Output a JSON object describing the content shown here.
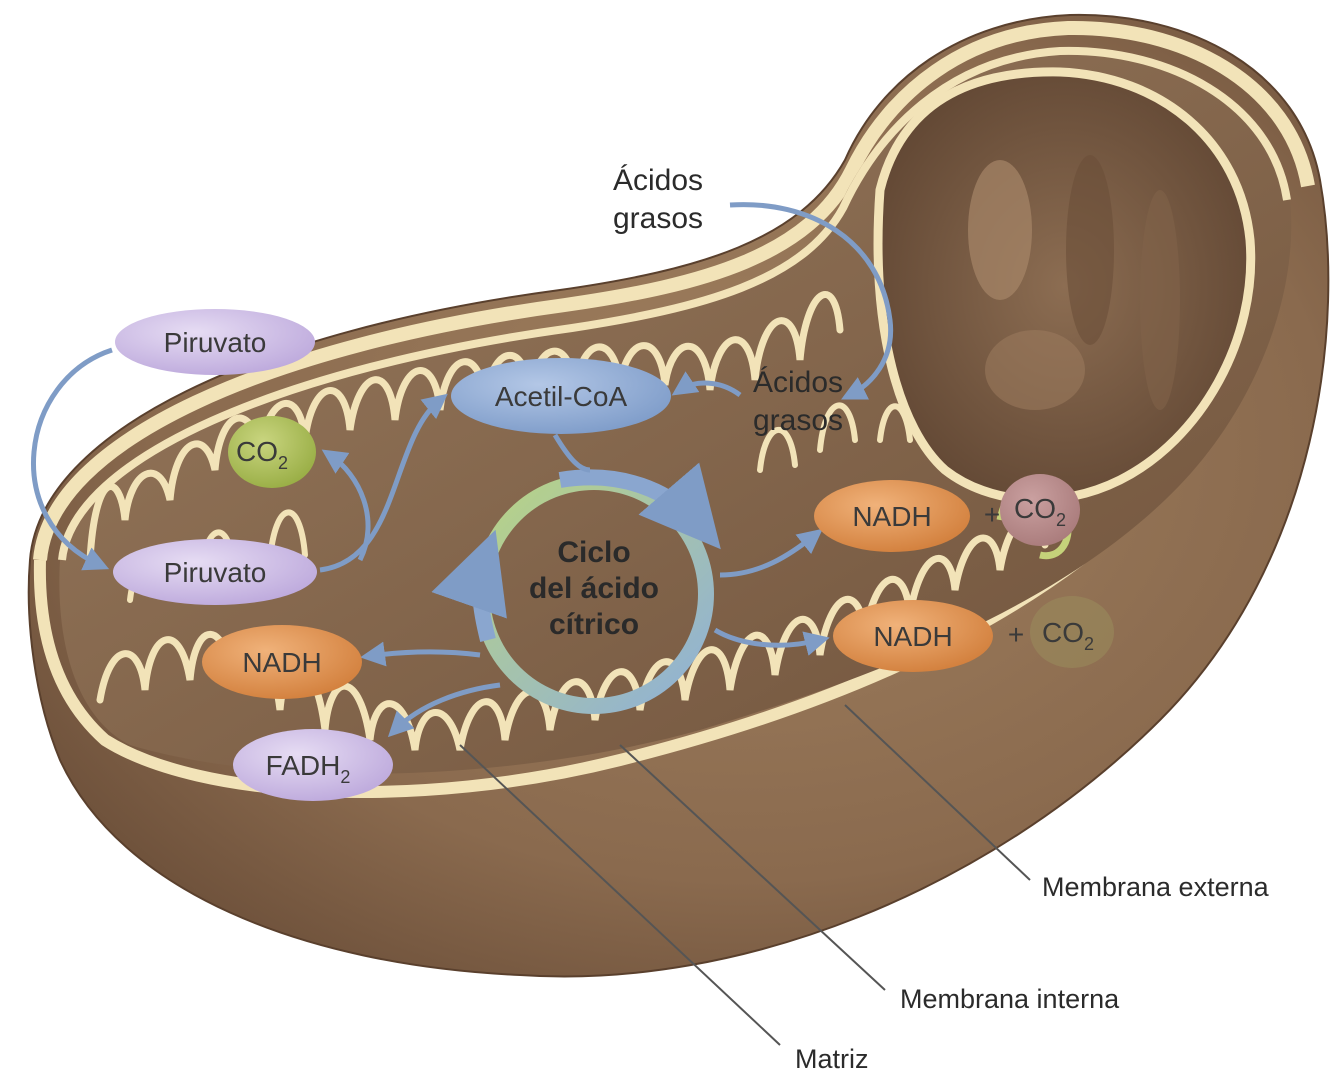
{
  "mito_labels": {
    "fatty_acids_outer_line1": "Ácidos",
    "fatty_acids_outer_line2": "grasos",
    "fatty_acids_inner_line1": "Ácidos",
    "fatty_acids_inner_line2": "grasos",
    "outer_membrane": "Membrana externa",
    "inner_membrane": "Membrana interna",
    "matrix": "Matriz"
  },
  "molecules": {
    "pyruvate_outside": "Piruvato",
    "pyruvate_inside": "Piruvato",
    "co2_left": "CO",
    "acetyl_coa": "Acetil-CoA",
    "nadh_upper_right": "NADH",
    "co2_upper_right": "CO",
    "nadh_lower_right": "NADH",
    "co2_lower_right": "CO",
    "nadh_left": "NADH",
    "fadh2": "FADH",
    "plus_sign": "+",
    "subscript_two": "2"
  },
  "cycle": {
    "line1": "Ciclo",
    "line2": "del ácido",
    "line3": "cítrico"
  },
  "colors": {
    "mito_body": "#8a6a4f",
    "membrane": "#f2e3b8",
    "matrix_space": "#7d5f45",
    "lavender": "#cfc0e6",
    "blue": "#8aa6cf",
    "orange": "#dd9150",
    "green": "#a8bd5a",
    "arrow": "#7f9cc6"
  }
}
